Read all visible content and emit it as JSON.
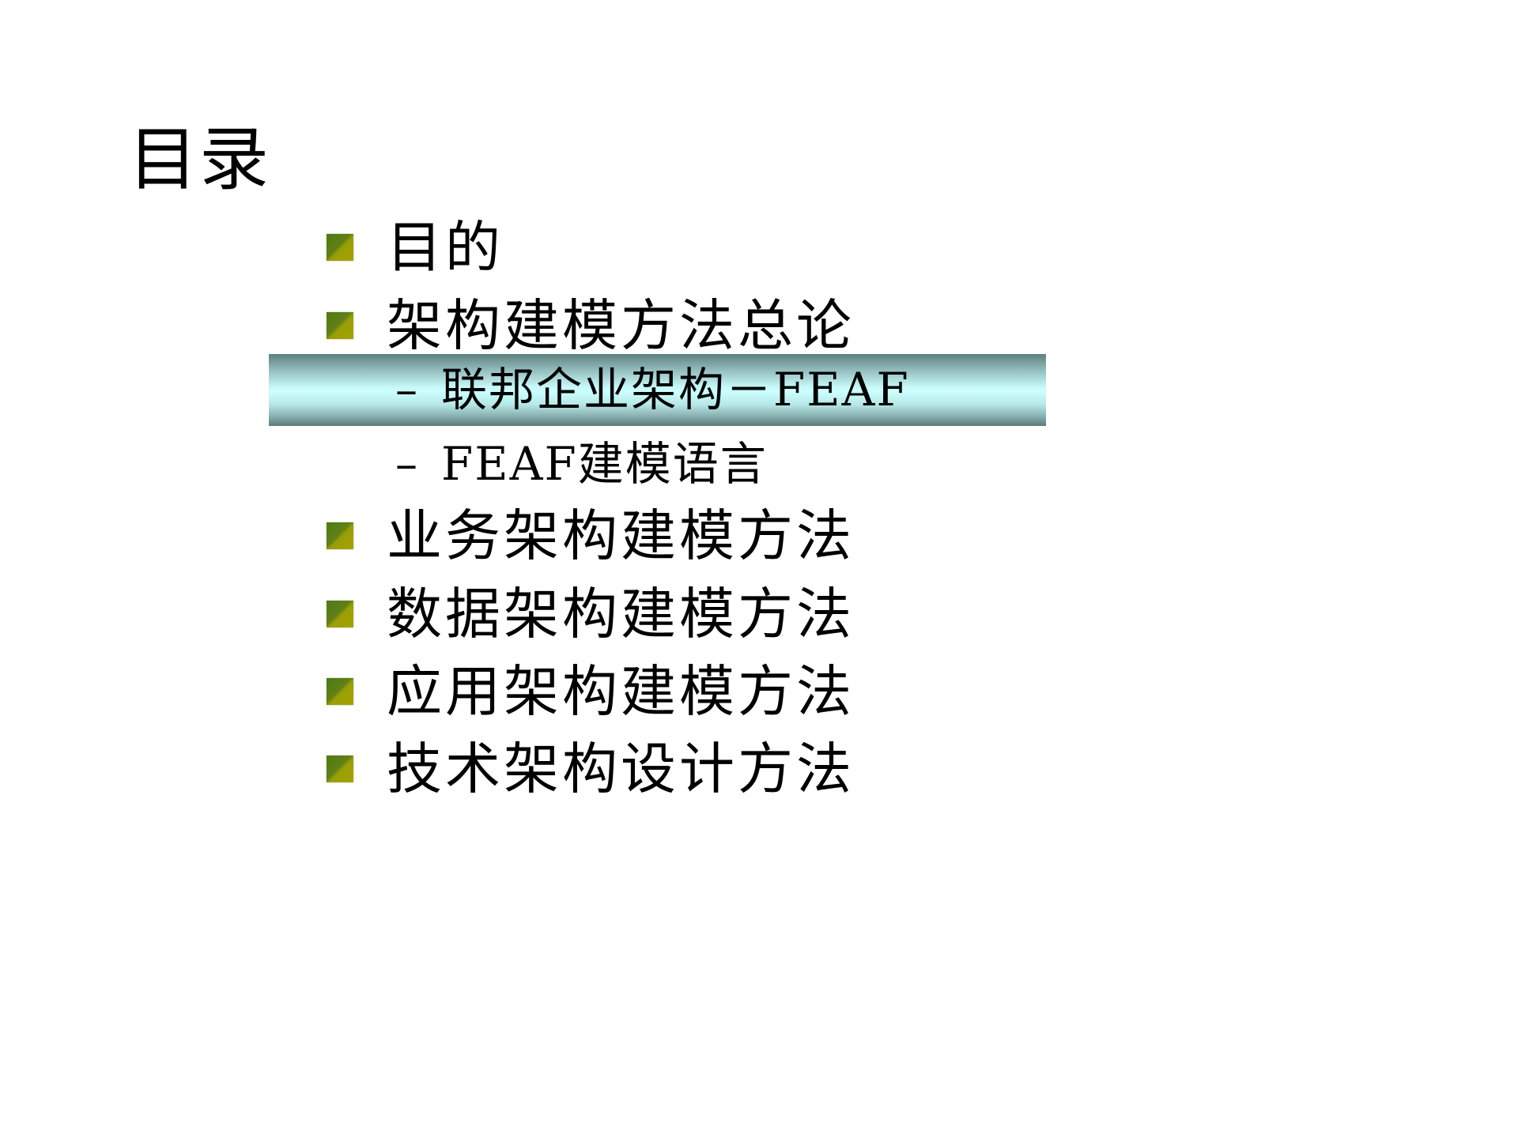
{
  "slide": {
    "title": "目录",
    "highlight_color_center": "#ccffff",
    "highlight_color_edge": "#5e7f80",
    "bullet_colors": [
      "#4f7a14",
      "#a6a200"
    ],
    "items": [
      {
        "level": 1,
        "label": "目的"
      },
      {
        "level": 1,
        "label": "架构建模方法总论"
      },
      {
        "level": 2,
        "marker": "–",
        "label": "联邦企业架构－FEAF",
        "highlighted": true
      },
      {
        "level": 2,
        "marker": "–",
        "label": "FEAF建模语言"
      },
      {
        "level": 1,
        "label": "业务架构建模方法"
      },
      {
        "level": 1,
        "label": "数据架构建模方法"
      },
      {
        "level": 1,
        "label": "应用架构建模方法"
      },
      {
        "level": 1,
        "label": "技术架构设计方法"
      }
    ]
  }
}
